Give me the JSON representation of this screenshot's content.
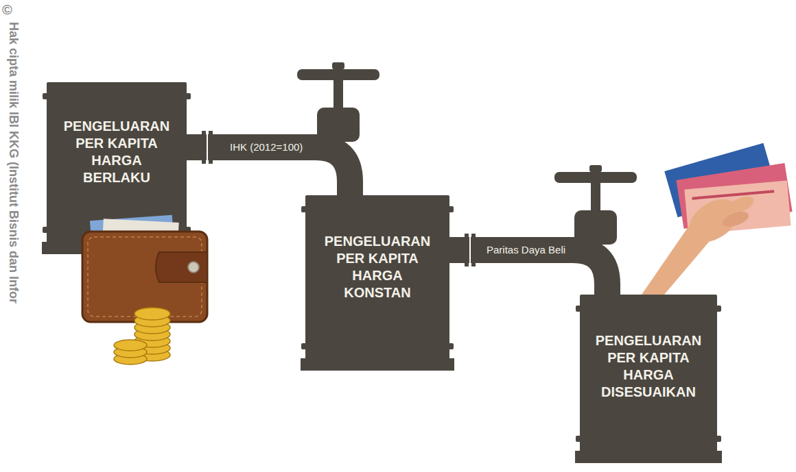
{
  "diagram": {
    "nodes": [
      {
        "text": [
          "PENGELUARAN PER KAPITA HARGA BERLAKU"
        ]
      },
      {
        "text": [
          "PENGELUARAN PER KAPITA HARGA KONSTAN"
        ]
      },
      {
        "text": [
          "PENGELUARAN PER KAPITA HARGA DISESUAIKAN"
        ]
      }
    ],
    "edges": [
      {
        "from": 0,
        "to": 1,
        "arrow": "none",
        "label": "IHK (2012=100)"
      },
      {
        "from": 1,
        "to": 2,
        "arrow": "none",
        "label": "Paritas Daya Beli"
      }
    ],
    "labels": [
      "©",
      "Hak cipta milik IBI KKG (Institut Bisnis dan Infor"
    ]
  }
}
